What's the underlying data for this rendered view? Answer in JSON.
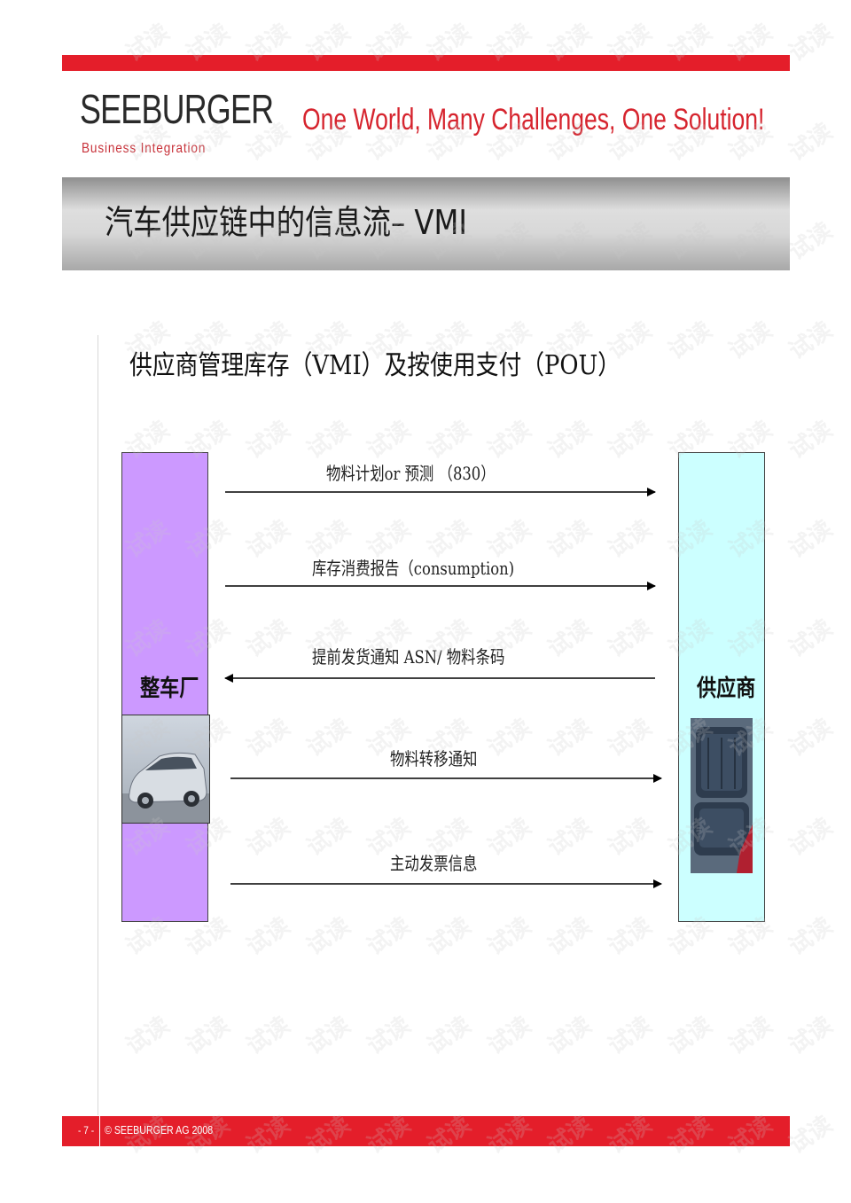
{
  "header": {
    "logo_main": "SEEBURGER",
    "logo_sub": "Business Integration",
    "tagline": "One World, Many Challenges, One Solution!"
  },
  "slide": {
    "title": "汽车供应链中的信息流– VMI",
    "subtitle": "供应商管理库存（VMI）及按使用支付（POU）"
  },
  "diagram": {
    "left_party": "整车厂",
    "right_party": "供应商",
    "flows": [
      {
        "label": "物料计划or 预测 （830）",
        "direction": "right"
      },
      {
        "label": "库存消费报告（consumption)",
        "direction": "right"
      },
      {
        "label": "提前发货通知 ASN/ 物料条码",
        "direction": "left"
      },
      {
        "label": "物料转移通知",
        "direction": "right"
      },
      {
        "label": "主动发票信息",
        "direction": "right"
      }
    ]
  },
  "footer": {
    "page": "- 7 -",
    "copyright": "© SEEBURGER AG 2008"
  },
  "watermark": {
    "text": "试读"
  },
  "colors": {
    "brand_red": "#e41e2a",
    "oem_fill": "#cc99ff",
    "supplier_fill": "#ccffff"
  }
}
